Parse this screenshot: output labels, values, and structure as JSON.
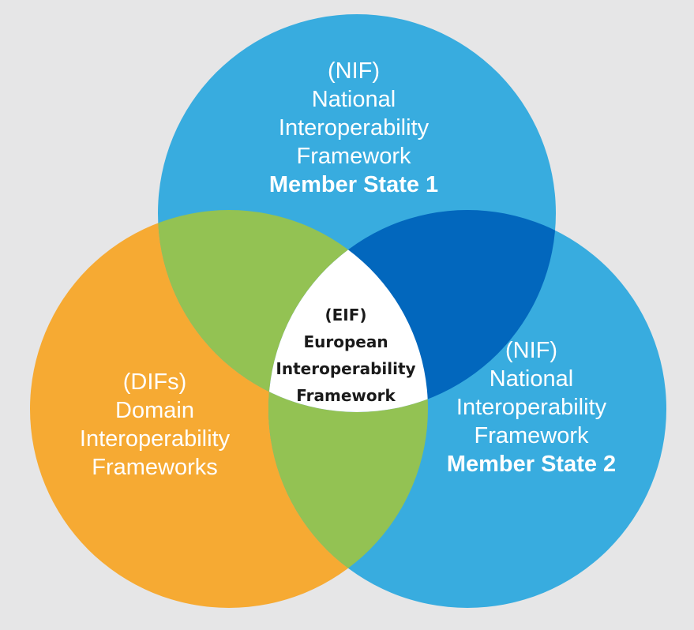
{
  "colors": {
    "background": "#e6e6e7",
    "member_state_blue": "#38acdf",
    "overlap_dark_blue": "#0267bd",
    "domain_orange": "#f6aa33",
    "overlap_green": "#93c253",
    "center_white": "#ffffff"
  },
  "circles": {
    "member_state_1": {
      "abbr": "(NIF)",
      "line1": "National",
      "line2": "Interoperability",
      "line3": "Framework",
      "emphasis": "Member State 1"
    },
    "member_state_2": {
      "abbr": "(NIF)",
      "line1": "National",
      "line2": "Interoperability",
      "line3": "Framework",
      "emphasis": "Member State 2"
    },
    "domain": {
      "abbr": "(DIFs)",
      "line1": "Domain",
      "line2": "Interoperability",
      "line3": "Frameworks"
    }
  },
  "center": {
    "abbr": "(EIF)",
    "line1": "European",
    "line2": "Interoperability",
    "line3": "Framework"
  }
}
